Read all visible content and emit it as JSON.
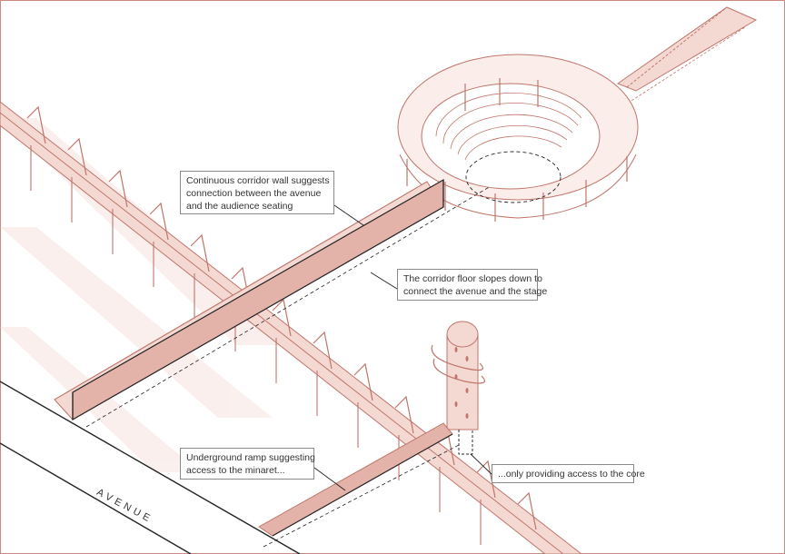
{
  "colors": {
    "line": "#c0756b",
    "fill": "#f4d9d3",
    "fill_dark": "#e3b2a9",
    "ink": "#222222",
    "frame": "#c98a80"
  },
  "annotations": {
    "corridor_wall": [
      "Continuous corridor wall suggests",
      "connection between the avenue",
      "and the audience seating"
    ],
    "corridor_floor": [
      "The corridor floor slopes down to",
      "connect the avenue and the stage"
    ],
    "ramp": [
      "Underground ramp suggesting",
      "access to the minaret..."
    ],
    "core": "...only providing access to the core"
  },
  "avenue_label": "AVENUE"
}
